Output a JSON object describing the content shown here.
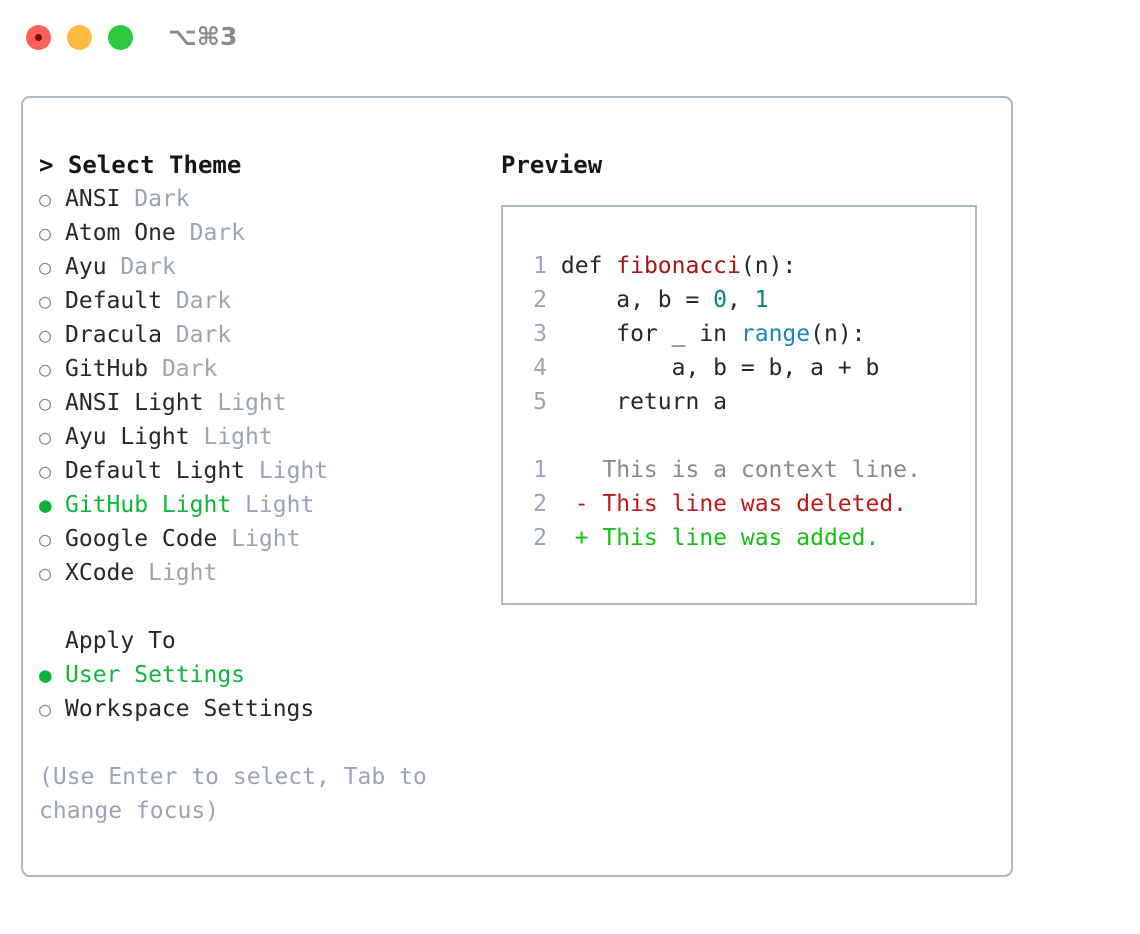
{
  "titlebar": {
    "shortcut": "⌥⌘3",
    "buttons": [
      {
        "name": "close",
        "color": "#fc6058"
      },
      {
        "name": "minimize",
        "color": "#fdbc40"
      },
      {
        "name": "zoom",
        "color": "#2bc840"
      }
    ]
  },
  "theme_list": {
    "header_marker": "> ",
    "header": "Select Theme",
    "bullet_unselected": "○",
    "bullet_selected": "●",
    "selected_color": "#11b53d",
    "kind_color": "#9aa5b4",
    "items": [
      {
        "bullet": "○",
        "name": "ANSI",
        "kind": "Dark",
        "selected": false
      },
      {
        "bullet": "○",
        "name": "Atom One",
        "kind": "Dark",
        "selected": false
      },
      {
        "bullet": "○",
        "name": "Ayu",
        "kind": "Dark",
        "selected": false
      },
      {
        "bullet": "○",
        "name": "Default",
        "kind": "Dark",
        "selected": false
      },
      {
        "bullet": "○",
        "name": "Dracula",
        "kind": "Dark",
        "selected": false
      },
      {
        "bullet": "○",
        "name": "GitHub",
        "kind": "Dark",
        "selected": false
      },
      {
        "bullet": "○",
        "name": "ANSI Light",
        "kind": "Light",
        "selected": false
      },
      {
        "bullet": "○",
        "name": "Ayu Light",
        "kind": "Light",
        "selected": false
      },
      {
        "bullet": "○",
        "name": "Default Light",
        "kind": "Light",
        "selected": false
      },
      {
        "bullet": "●",
        "name": "GitHub Light",
        "kind": "Light",
        "selected": true
      },
      {
        "bullet": "○",
        "name": "Google Code",
        "kind": "Light",
        "selected": false
      },
      {
        "bullet": "○",
        "name": "XCode",
        "kind": "Light",
        "selected": false
      }
    ]
  },
  "apply_to": {
    "header": "Apply To",
    "items": [
      {
        "bullet": "●",
        "label": "User Settings",
        "selected": true
      },
      {
        "bullet": "○",
        "label": "Workspace Settings",
        "selected": false
      }
    ]
  },
  "hint": "(Use Enter to select, Tab to change focus)",
  "preview": {
    "title": "Preview",
    "code_lines": [
      {
        "number": "1",
        "tokens": [
          {
            "text": " def ",
            "type": "plain"
          },
          {
            "text": "fibonacci",
            "type": "func"
          },
          {
            "text": "(n):",
            "type": "plain"
          }
        ]
      },
      {
        "number": "2",
        "tokens": [
          {
            "text": "     a, b = ",
            "type": "plain"
          },
          {
            "text": "0",
            "type": "num"
          },
          {
            "text": ", ",
            "type": "plain"
          },
          {
            "text": "1",
            "type": "num"
          }
        ]
      },
      {
        "number": "3",
        "tokens": [
          {
            "text": "     for _ in ",
            "type": "plain"
          },
          {
            "text": "range",
            "type": "builtin"
          },
          {
            "text": "(n):",
            "type": "plain"
          }
        ]
      },
      {
        "number": "4",
        "tokens": [
          {
            "text": "         a, b = b, a + b",
            "type": "plain"
          }
        ]
      },
      {
        "number": "5",
        "tokens": [
          {
            "text": "     return a",
            "type": "plain"
          }
        ]
      }
    ],
    "diff_lines": [
      {
        "number": "1",
        "marker": "  ",
        "text": "  This is a context line.",
        "type": "context"
      },
      {
        "number": "2",
        "marker": "- ",
        "text": "- This line was deleted.",
        "type": "delete"
      },
      {
        "number": "2",
        "marker": "+ ",
        "text": "+ This line was added.",
        "type": "add"
      }
    ],
    "colors": {
      "function": "#a01717",
      "number": "#0a8275",
      "builtin": "#1a86b9",
      "plain": "#24292e",
      "line_number": "#9aa5b4",
      "diff_context": "#8a8a8a",
      "diff_delete": "#c01818",
      "diff_add": "#15c017",
      "border": "#aeb7c4"
    }
  }
}
